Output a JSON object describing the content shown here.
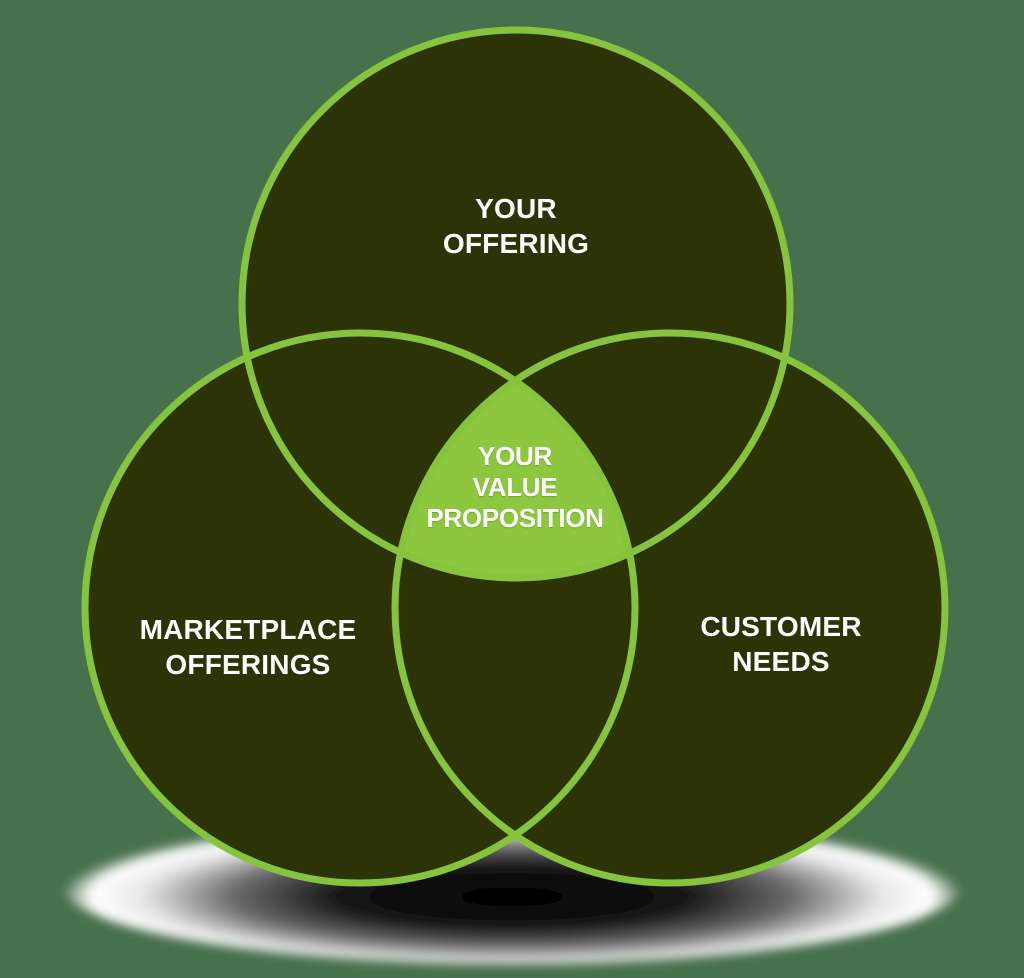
{
  "colors": {
    "background": "#47704D",
    "circle_fill": "#2C3407",
    "circle_stroke": "#85C43C",
    "intersection_fill": "#8DC73F",
    "label_color": "#FFFFFF",
    "shadow_dark": "#000000",
    "shadow_light": "#FFFFFF"
  },
  "venn": {
    "sets": [
      {
        "id": "your-offering",
        "lines": [
          "YOUR",
          "OFFERING"
        ]
      },
      {
        "id": "marketplace-offerings",
        "lines": [
          "MARKETPLACE",
          "OFFERINGS"
        ]
      },
      {
        "id": "customer-needs",
        "lines": [
          "CUSTOMER",
          "NEEDS"
        ]
      }
    ],
    "intersection": {
      "id": "your-value-proposition",
      "lines": [
        "YOUR",
        "VALUE",
        "PROPOSITION"
      ]
    }
  }
}
